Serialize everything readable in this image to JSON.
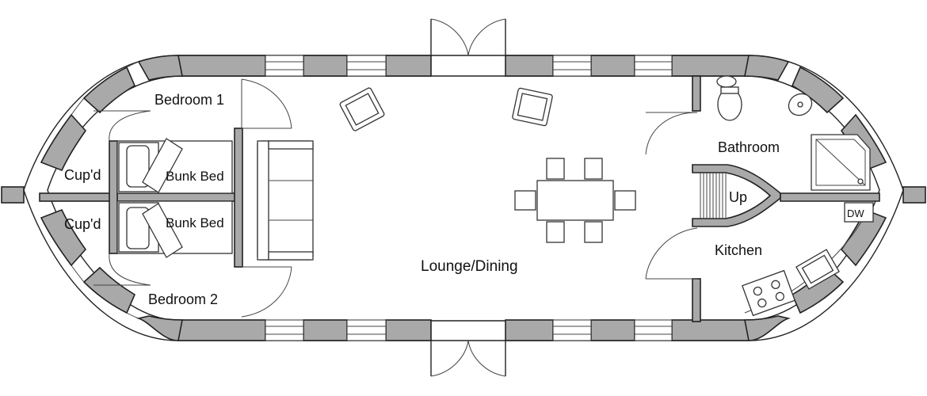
{
  "plan": {
    "rooms": {
      "bedroom1": "Bedroom 1",
      "bedroom2": "Bedroom 2",
      "cupboard_top": "Cup'd",
      "cupboard_bottom": "Cup'd",
      "bunk_top": "Bunk Bed",
      "bunk_bottom": "Bunk Bed",
      "lounge": "Lounge/Dining",
      "bathroom": "Bathroom",
      "stairs": "Up",
      "kitchen": "Kitchen",
      "dishwasher": "DW"
    },
    "colors": {
      "wall_fill": "#a9a9a9",
      "line": "#222222",
      "background": "#ffffff"
    }
  }
}
